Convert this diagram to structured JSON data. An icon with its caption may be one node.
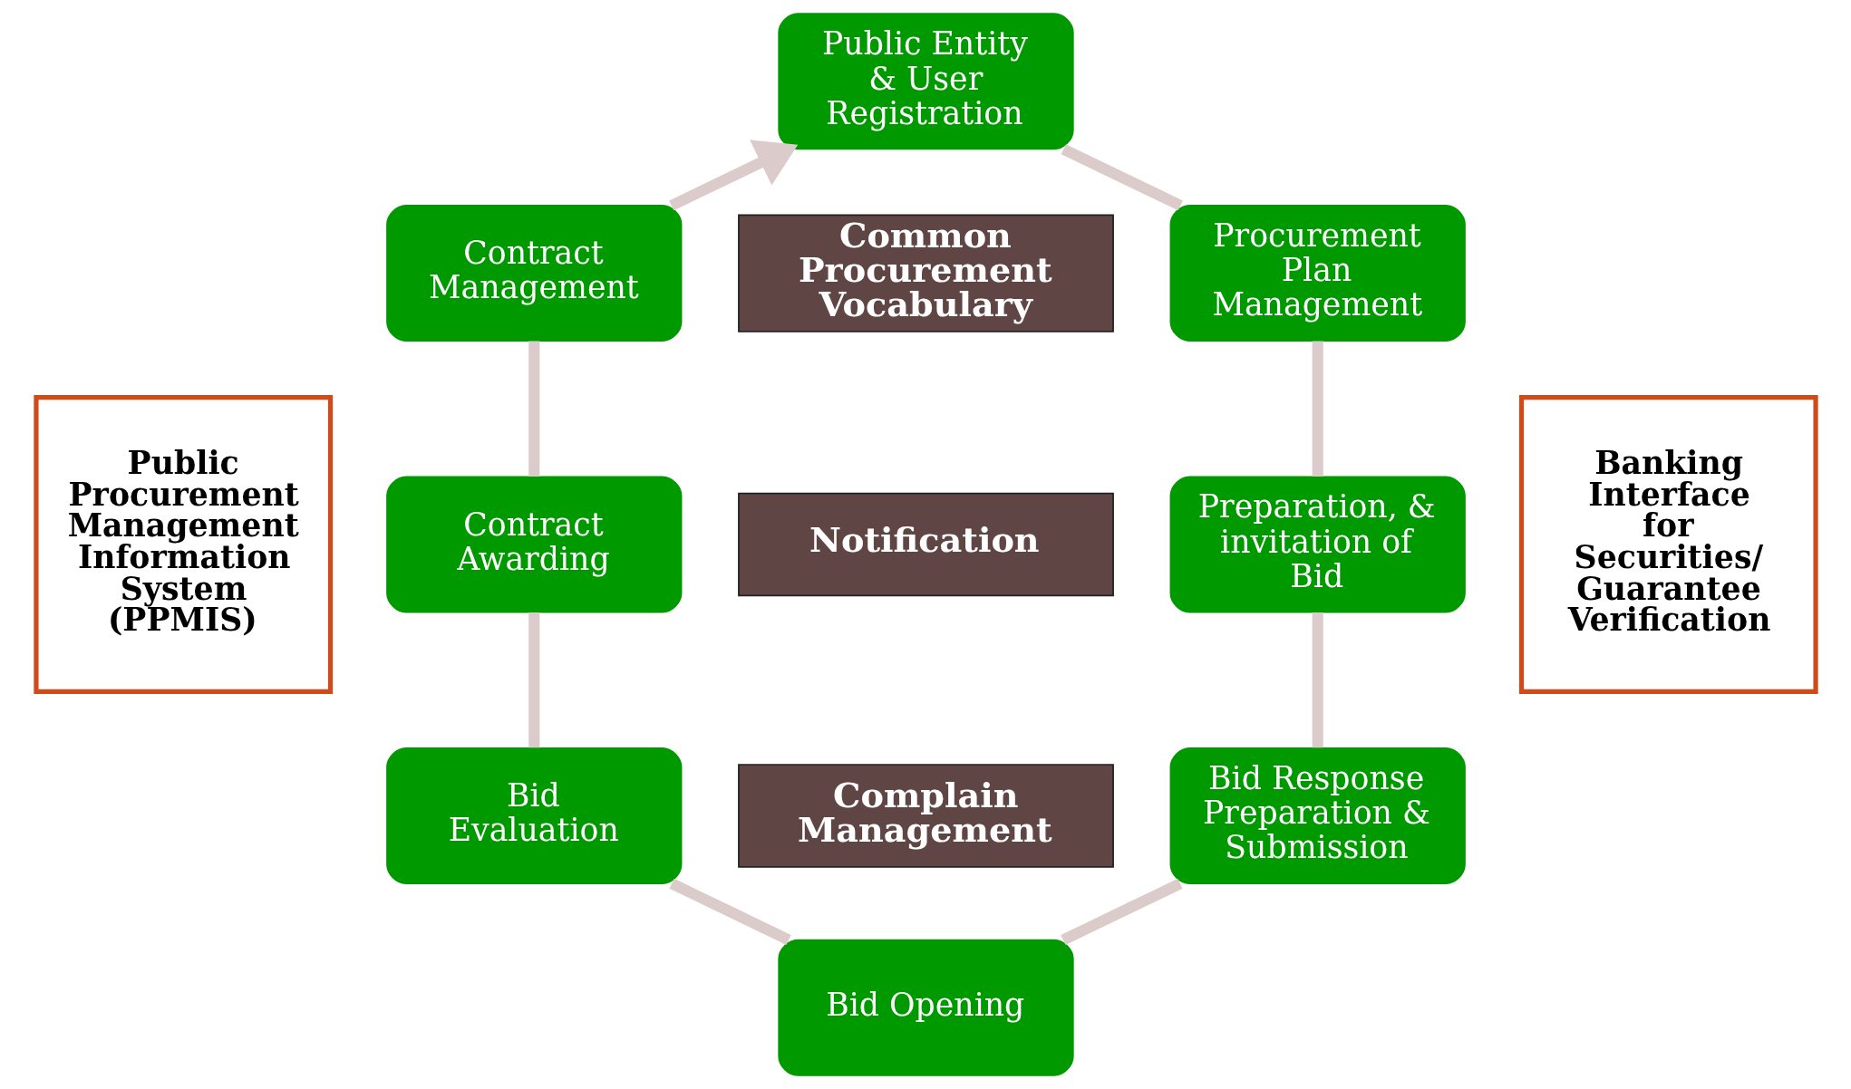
{
  "diagram": {
    "nodes": [
      {
        "text": [
          "Public Entity & User Registration"
        ]
      },
      {
        "text": [
          "Procurement Plan Management"
        ]
      },
      {
        "text": [
          "Preparation, & invitation of Bid"
        ]
      },
      {
        "text": [
          "Bid Response Preparation & Submission"
        ]
      },
      {
        "text": [
          "Bid Opening"
        ]
      },
      {
        "text": [
          "Bid Evaluation"
        ]
      },
      {
        "text": [
          "Contract Awarding"
        ]
      },
      {
        "text": [
          "Contract Management"
        ]
      },
      {
        "text": [
          "Common Procurement Vocabulary"
        ]
      },
      {
        "text": [
          "Notification"
        ]
      },
      {
        "text": [
          "Complain Management"
        ]
      },
      {
        "text": [
          "Public Procurement Management Information System (PPMIS)"
        ]
      },
      {
        "text": [
          "Banking Interface for Securities/ Guarantee Verification"
        ]
      }
    ],
    "edges": [
      {
        "from": 0,
        "to": 1,
        "arrow": "none"
      },
      {
        "from": 1,
        "to": 2,
        "arrow": "none"
      },
      {
        "from": 2,
        "to": 3,
        "arrow": "none"
      },
      {
        "from": 3,
        "to": 4,
        "arrow": "none"
      },
      {
        "from": 4,
        "to": 5,
        "arrow": "none"
      },
      {
        "from": 5,
        "to": 6,
        "arrow": "none"
      },
      {
        "from": 6,
        "to": 7,
        "arrow": "none"
      },
      {
        "from": 7,
        "to": 0,
        "arrow": "to"
      }
    ]
  }
}
